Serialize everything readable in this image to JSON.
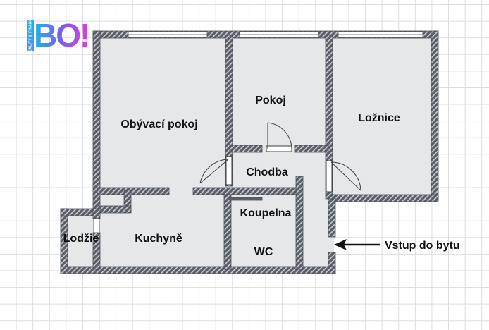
{
  "logo": {
    "text": "BO!",
    "tagline": "REALITY & FINANCE",
    "gradient": [
      "#1fb3e8",
      "#7b5cf0",
      "#e43bd6"
    ]
  },
  "rooms": {
    "obyvaci_pokoj": "Obývací pokoj",
    "pokoj": "Pokoj",
    "loznice": "Ložnice",
    "chodba": "Chodba",
    "koupelna": "Koupelna",
    "kuchyne": "Kuchyně",
    "lodzie": "Lodžie",
    "wc": "WC"
  },
  "entrance": {
    "label": "Vstup do bytu",
    "arrow_icon": "arrow-left-icon"
  },
  "colors": {
    "wall": "#5b6068",
    "wall_hatch": "#c7cbd1",
    "floor": "#e6e7e9",
    "grid": "#d9dde2"
  }
}
